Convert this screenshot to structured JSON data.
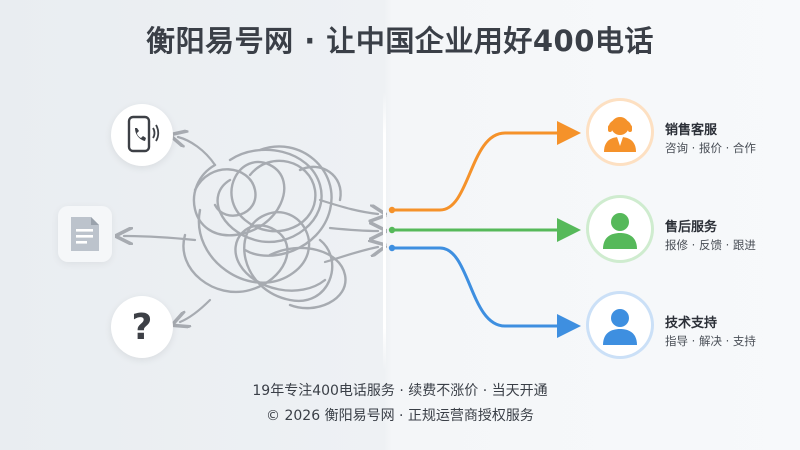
{
  "title": "衡阳易号网 · 让中国企业用好400电话",
  "left_icons": [
    "phone-icon",
    "document-icon",
    "question-mark-icon"
  ],
  "question_glyph": "?",
  "colors": {
    "orange": "#f5922a",
    "green": "#56b95a",
    "blue": "#3e8fe0",
    "tangle": "#a7abb1"
  },
  "services": [
    {
      "name": "销售客服",
      "desc": "咨询 · 报价 · 合作",
      "icon": "sales-agent-icon",
      "color": "#f5922a"
    },
    {
      "name": "售后服务",
      "desc": "报修 · 反馈 · 跟进",
      "icon": "support-person-icon",
      "color": "#56b95a"
    },
    {
      "name": "技术支持",
      "desc": "指导 · 解决 · 支持",
      "icon": "tech-person-icon",
      "color": "#3e8fe0"
    }
  ],
  "footer": {
    "line1": "19年专注400电话服务 · 续费不涨价 · 当天开通",
    "line2": "© 2026 衡阳易号网 · 正规运营商授权服务"
  }
}
